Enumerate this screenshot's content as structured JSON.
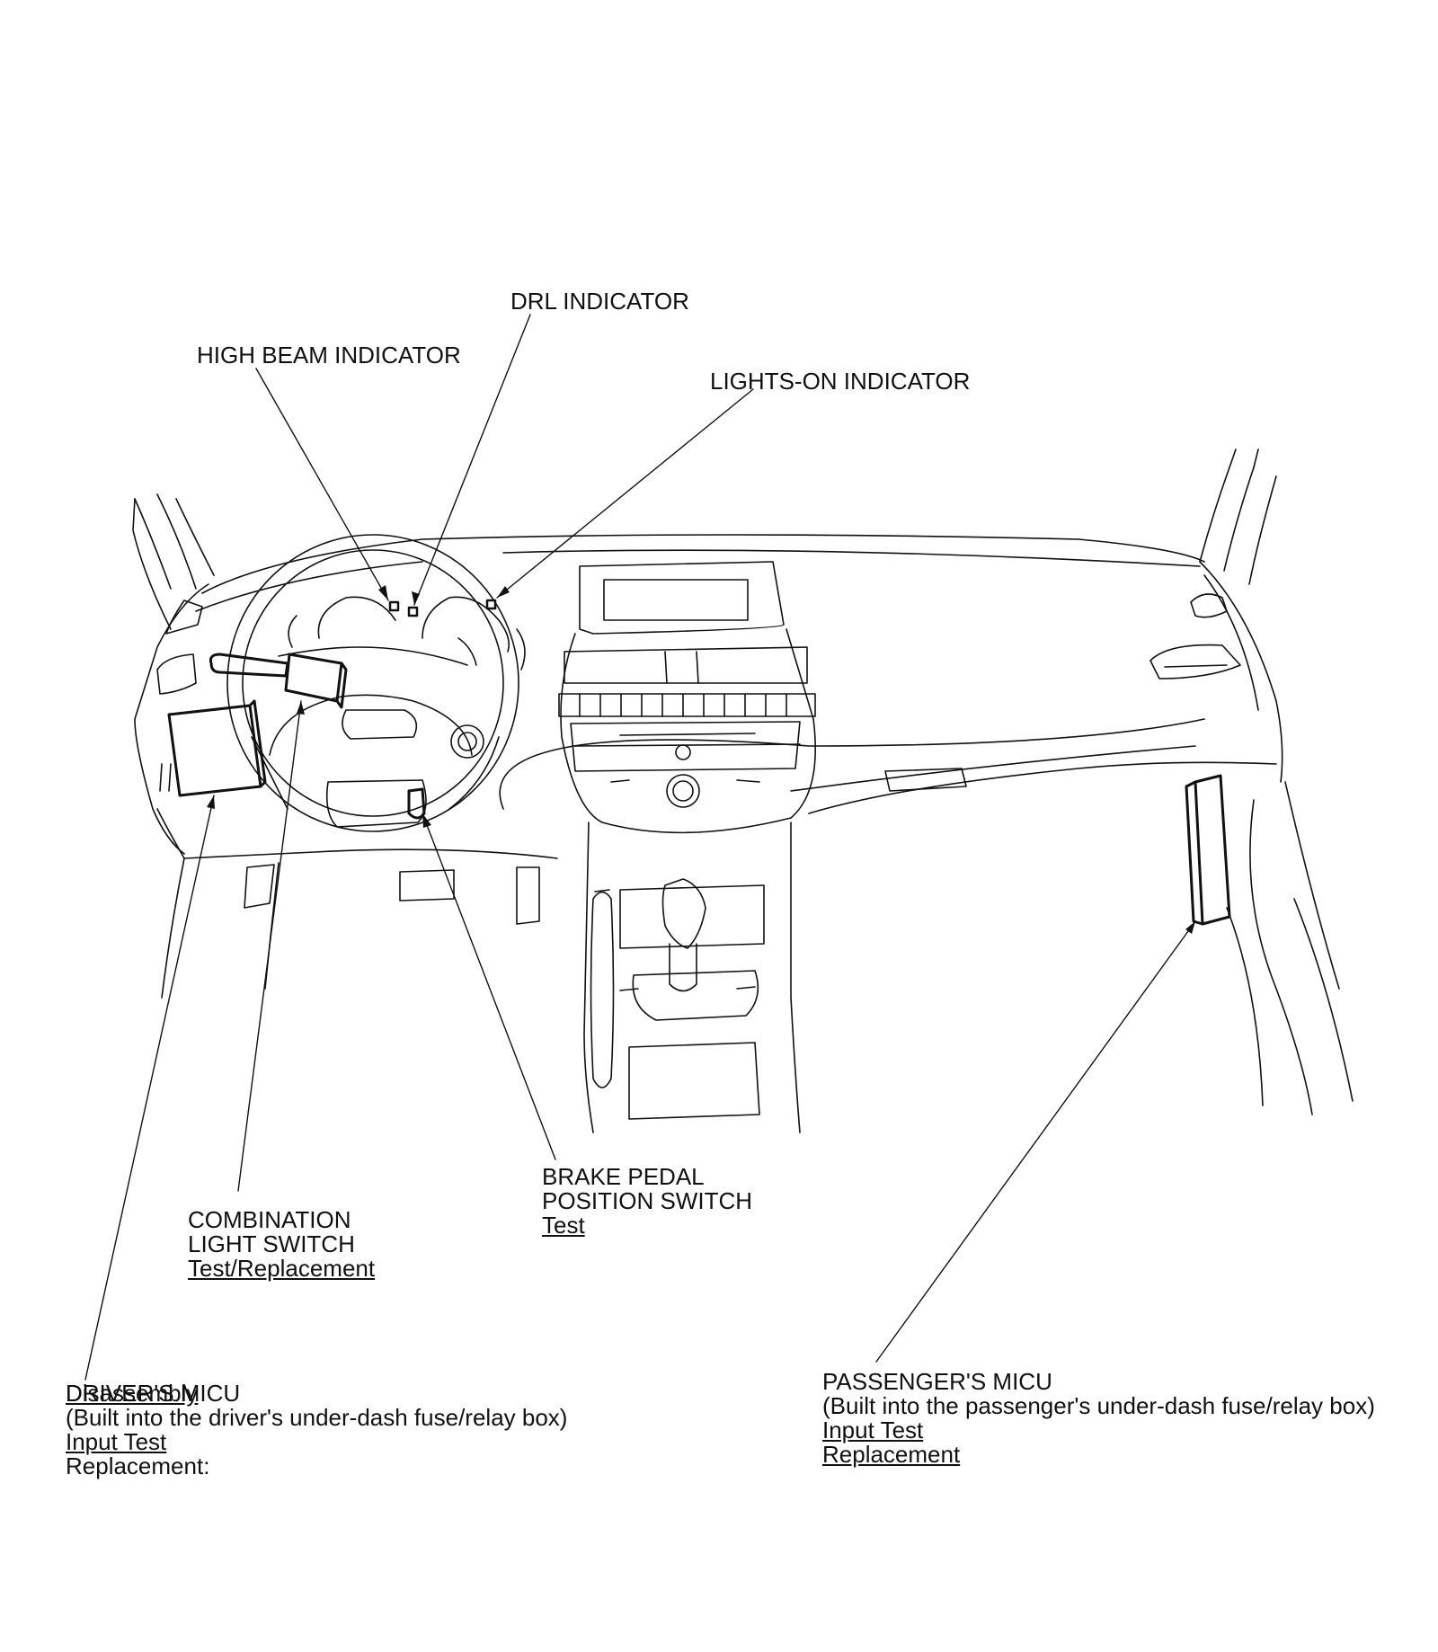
{
  "callouts": {
    "drl_indicator": "DRL INDICATOR",
    "high_beam_indicator": "HIGH BEAM INDICATOR",
    "lights_on_indicator": "LIGHTS-ON INDICATOR",
    "brake_pedal_switch": {
      "line1": "BRAKE PEDAL",
      "line2": "POSITION SWITCH",
      "link_test": "Test"
    },
    "combination_light_switch": {
      "line1": "COMBINATION",
      "line2": "LIGHT SWITCH",
      "link": "Test/Replacement"
    },
    "drivers_micu": {
      "title": "DRIVER'S MICU",
      "overlapped_link": "Disassembly",
      "line2": "(Built into the driver's under-dash fuse/relay box)",
      "link_input_test": "Input Test",
      "replacement": "Replacement:"
    },
    "passengers_micu": {
      "title": "PASSENGER'S MICU",
      "line2": "(Built into the passenger's under-dash fuse/relay box)",
      "link_input_test": "Input Test",
      "link_replacement": "Replacement"
    }
  },
  "colors": {
    "line": "#111111",
    "background": "#ffffff"
  }
}
